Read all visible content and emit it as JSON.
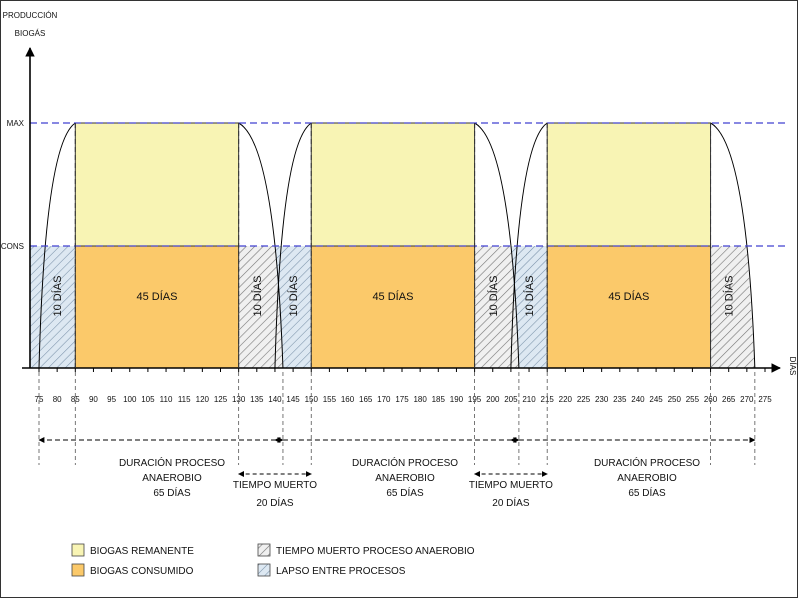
{
  "colors": {
    "remanente": "#f8f4b4",
    "consumido": "#fbc96a",
    "muerto_hatch": "#777777",
    "lapso_fill": "#dde8f2",
    "lapso_hatch": "#7890a8",
    "ref_line": "#4040d0",
    "axis": "#000000"
  },
  "y_axis": {
    "title_line1": "PRODUCCIÓN",
    "title_line2": "BIOGÁS",
    "labels": [
      "MAX",
      "CONS"
    ]
  },
  "x_axis": {
    "title": "DÍAS",
    "ticks": [
      "75",
      "80",
      "85",
      "90",
      "95",
      "100",
      "105",
      "110",
      "115",
      "120",
      "125",
      "130",
      "135",
      "140",
      "145",
      "150",
      "155",
      "160",
      "165",
      "170",
      "175",
      "180",
      "185",
      "190",
      "195",
      "200",
      "205",
      "210",
      "215",
      "220",
      "225",
      "230",
      "235",
      "240",
      "245",
      "250",
      "255",
      "260",
      "265",
      "270",
      "275"
    ]
  },
  "processes": [
    {
      "start": 85,
      "end": 130,
      "label": "45 DÍAS"
    },
    {
      "start": 150,
      "end": 195,
      "label": "45 DÍAS"
    },
    {
      "start": 215,
      "end": 260,
      "label": "45 DÍAS"
    }
  ],
  "ramp_labels": [
    "10 DÍAS",
    "10 DÍAS",
    "10 DÍAS",
    "10 DÍAS",
    "10 DÍAS",
    "10 DÍAS"
  ],
  "durations": [
    {
      "line1": "DURACIÓN PROCESO",
      "line2": "ANAEROBIO",
      "line3": "65 DÍAS"
    },
    {
      "line1": "DURACIÓN PROCESO",
      "line2": "ANAEROBIO",
      "line3": "65 DÍAS"
    },
    {
      "line1": "DURACIÓN PROCESO",
      "line2": "ANAEROBIO",
      "line3": "65 DÍAS"
    }
  ],
  "dead_times": [
    {
      "line1": "TIEMPO MUERTO",
      "line2": "20 DÍAS"
    },
    {
      "line1": "TIEMPO MUERTO",
      "line2": "20 DÍAS"
    }
  ],
  "legend": {
    "remanente": "BIOGAS REMANENTE",
    "consumido": "BIOGAS CONSUMIDO",
    "muerto": "TIEMPO MUERTO PROCESO ANAEROBIO",
    "lapso": "LAPSO ENTRE PROCESOS"
  }
}
